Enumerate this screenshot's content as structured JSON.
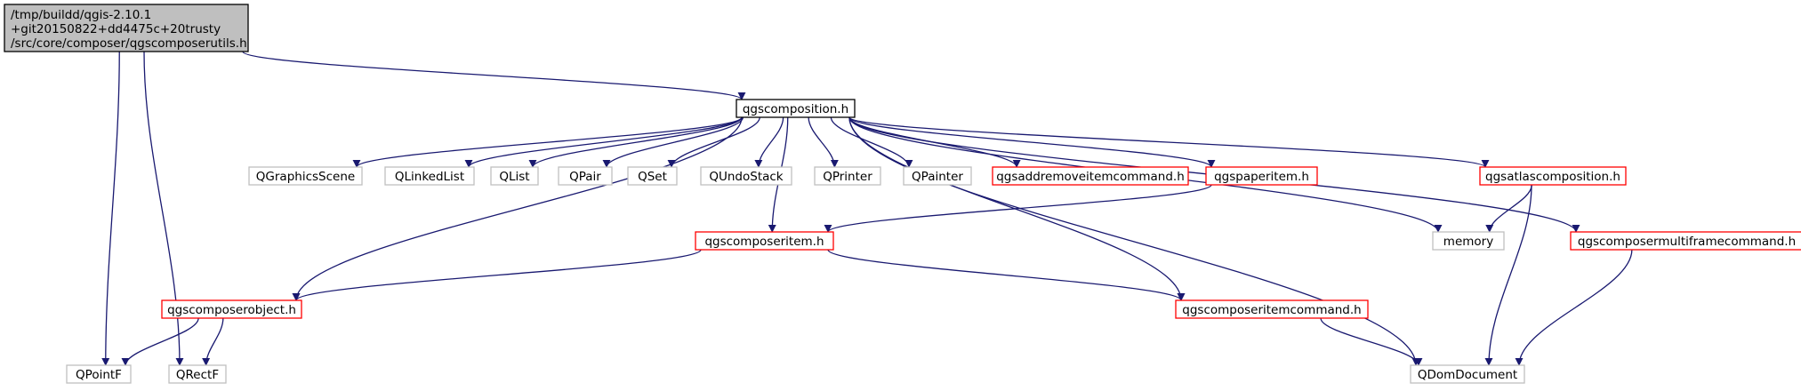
{
  "graph": {
    "root": {
      "lines": [
        "/tmp/buildd/qgis-2.10.1",
        "+git20150822+dd4475c+20trusty",
        "/src/core/composer/qgscomposerutils.h"
      ]
    },
    "nodes": [
      {
        "id": "composition",
        "label": "qgscomposition.h",
        "style": "documented"
      },
      {
        "id": "qgraphicsscene",
        "label": "QGraphicsScene",
        "style": "external"
      },
      {
        "id": "qlinkedlist",
        "label": "QLinkedList",
        "style": "external"
      },
      {
        "id": "qlist",
        "label": "QList",
        "style": "external"
      },
      {
        "id": "qpair",
        "label": "QPair",
        "style": "external"
      },
      {
        "id": "qset",
        "label": "QSet",
        "style": "external"
      },
      {
        "id": "qundostack",
        "label": "QUndoStack",
        "style": "external"
      },
      {
        "id": "qprinter",
        "label": "QPrinter",
        "style": "external"
      },
      {
        "id": "qpainter",
        "label": "QPainter",
        "style": "external"
      },
      {
        "id": "addremove",
        "label": "qgsaddremoveitemcommand.h",
        "style": "truncated"
      },
      {
        "id": "paperitem",
        "label": "qgspaperitem.h",
        "style": "truncated"
      },
      {
        "id": "atlas",
        "label": "qgsatlascomposition.h",
        "style": "truncated"
      },
      {
        "id": "memory",
        "label": "memory",
        "style": "external"
      },
      {
        "id": "multiframecmd",
        "label": "qgscomposermultiframecommand.h",
        "style": "truncated"
      },
      {
        "id": "composeritem",
        "label": "qgscomposeritem.h",
        "style": "truncated"
      },
      {
        "id": "composerobject",
        "label": "qgscomposerobject.h",
        "style": "truncated"
      },
      {
        "id": "itemcommand",
        "label": "qgscomposeritemcommand.h",
        "style": "truncated"
      },
      {
        "id": "qpointf",
        "label": "QPointF",
        "style": "external"
      },
      {
        "id": "qrectf",
        "label": "QRectF",
        "style": "external"
      },
      {
        "id": "qdomdocument",
        "label": "QDomDocument",
        "style": "external"
      }
    ],
    "edges": [
      [
        "root",
        "composition"
      ],
      [
        "root",
        "qpointf"
      ],
      [
        "root",
        "qrectf"
      ],
      [
        "composition",
        "qgraphicsscene"
      ],
      [
        "composition",
        "qlinkedlist"
      ],
      [
        "composition",
        "qlist"
      ],
      [
        "composition",
        "qpair"
      ],
      [
        "composition",
        "qset"
      ],
      [
        "composition",
        "qundostack"
      ],
      [
        "composition",
        "qprinter"
      ],
      [
        "composition",
        "qpainter"
      ],
      [
        "composition",
        "addremove"
      ],
      [
        "composition",
        "paperitem"
      ],
      [
        "composition",
        "atlas"
      ],
      [
        "composition",
        "memory"
      ],
      [
        "composition",
        "multiframecmd"
      ],
      [
        "composition",
        "composeritem"
      ],
      [
        "composition",
        "composerobject"
      ],
      [
        "composition",
        "itemcommand"
      ],
      [
        "composition",
        "qdomdocument"
      ],
      [
        "paperitem",
        "composeritem"
      ],
      [
        "composeritem",
        "composerobject"
      ],
      [
        "composeritem",
        "itemcommand"
      ],
      [
        "composerobject",
        "qpointf"
      ],
      [
        "composerobject",
        "qrectf"
      ],
      [
        "itemcommand",
        "qdomdocument"
      ],
      [
        "atlas",
        "memory"
      ],
      [
        "atlas",
        "qdomdocument"
      ],
      [
        "multiframecmd",
        "qdomdocument"
      ]
    ],
    "colors": {
      "edge": "#191970",
      "root_fill": "#bfbfbf",
      "root_border": "#000000",
      "documented_border": "#000000",
      "truncated_border": "#ff0000",
      "external_border": "#bfbfbf"
    }
  }
}
